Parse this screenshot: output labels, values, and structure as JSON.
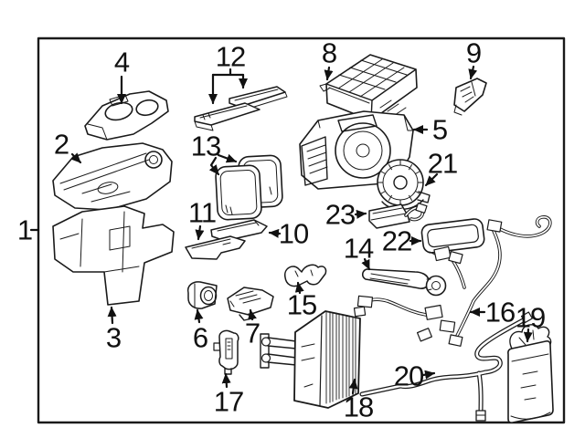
{
  "diagram": {
    "background": "#ffffff",
    "line_color": "#1a1a1a",
    "text_color": "#111111"
  },
  "callouts": [
    {
      "label": "1"
    },
    {
      "label": "2"
    },
    {
      "label": "3"
    },
    {
      "label": "4"
    },
    {
      "label": "5"
    },
    {
      "label": "6"
    },
    {
      "label": "7"
    },
    {
      "label": "8"
    },
    {
      "label": "9"
    },
    {
      "label": "10"
    },
    {
      "label": "11"
    },
    {
      "label": "12"
    },
    {
      "label": "13"
    },
    {
      "label": "14"
    },
    {
      "label": "15"
    },
    {
      "label": "16"
    },
    {
      "label": "17"
    },
    {
      "label": "18"
    },
    {
      "label": "19"
    },
    {
      "label": "20"
    },
    {
      "label": "21"
    },
    {
      "label": "22"
    },
    {
      "label": "23"
    }
  ]
}
